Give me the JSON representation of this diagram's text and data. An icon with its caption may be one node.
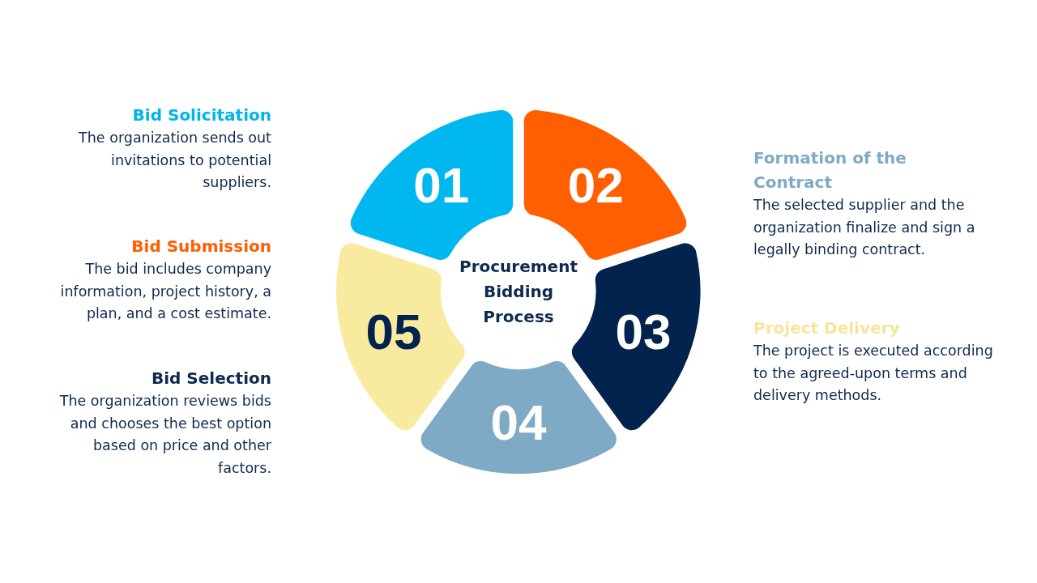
{
  "diagram": {
    "nodes": [
      {
        "text": [
          "01"
        ]
      },
      {
        "text": [
          "02"
        ]
      },
      {
        "text": [
          "03"
        ]
      },
      {
        "text": [
          "04"
        ]
      },
      {
        "text": [
          "05"
        ]
      },
      {
        "text": [
          "Procurement Bidding Process"
        ]
      }
    ],
    "labels": [
      "Bid Solicitation",
      "The organization sends out invitations to potential suppliers.",
      "Bid Submission",
      "The bid includes company information, project history, a plan, and a cost estimate.",
      "Bid Selection",
      "The organization reviews bids and chooses the best option based on price and other factors.",
      "Formation of the Contract",
      "The selected supplier and the organization finalize and sign a legally binding contract.",
      "Project Delivery",
      "The project is executed according to the agreed-upon terms and delivery methods."
    ]
  }
}
